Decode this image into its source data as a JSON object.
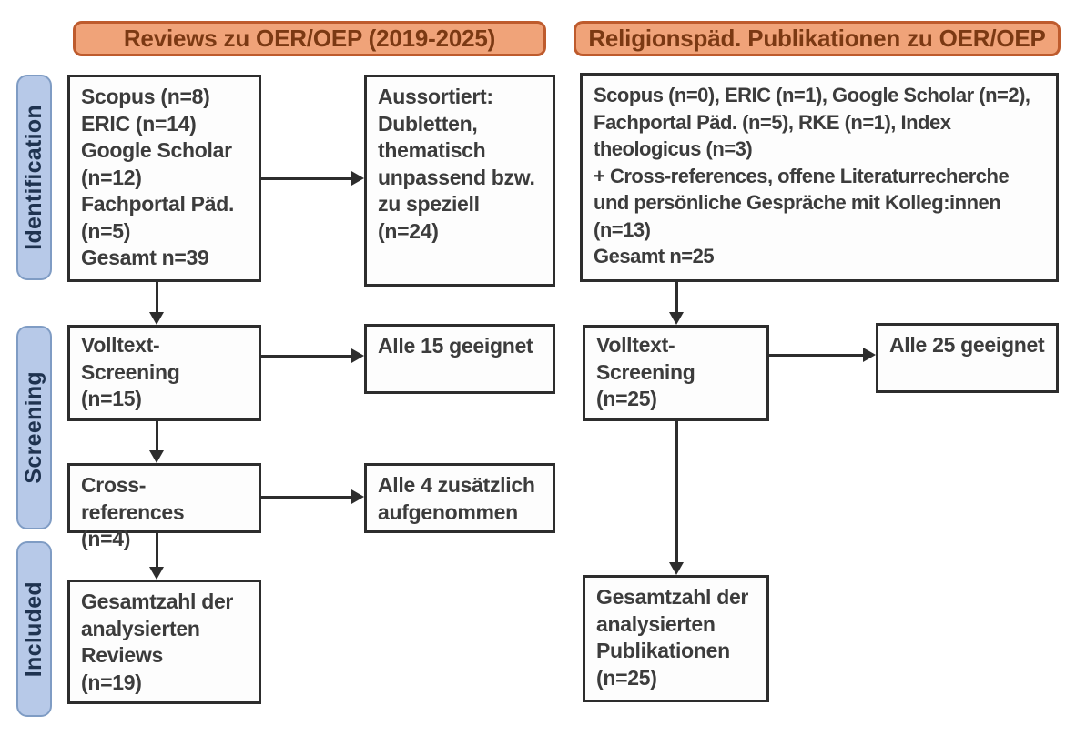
{
  "diagram": {
    "headers": {
      "reviews": "Reviews zu OER/OEP (2019-2025)",
      "relpaed": "Religionspäd. Publikationen zu OER/OEP"
    },
    "stages": {
      "identification": "Identification",
      "screening": "Screening",
      "included": "Included"
    },
    "reviews_flow": {
      "sources": "Scopus (n=8)\nERIC (n=14)\nGoogle Scholar\n(n=12)\nFachportal Päd.\n(n=5)\nGesamt n=39",
      "excluded": "Aussortiert:\nDubletten,\nthematisch\nunpassend bzw.\nzu speziell\n(n=24)",
      "fulltext_screening": "Volltext-\nScreening\n(n=15)",
      "fulltext_result": "Alle 15 geeignet",
      "cross_references": "Cross-references\n(n=4)",
      "cross_references_result": "Alle 4 zusätzlich\naufgenommen",
      "total": "Gesamtzahl der\nanalysierten\nReviews\n(n=19)"
    },
    "relpaed_flow": {
      "sources": "Scopus (n=0), ERIC (n=1), Google Scholar (n=2),\nFachportal Päd. (n=5), RKE (n=1), Index\ntheologicus (n=3)\n+ Cross-references, offene Literaturrecherche\nund persönliche Gespräche mit Kolleg:innen\n(n=13)\nGesamt n=25",
      "fulltext_screening": "Volltext-\nScreening\n(n=25)",
      "fulltext_result": "Alle 25 geeignet",
      "total": "Gesamtzahl der\nanalysierten\nPublikationen\n(n=25)"
    },
    "colors": {
      "header_fill": "#F0A379",
      "header_border": "#BE5B2D",
      "header_text": "#7B3913",
      "stage_fill": "#B7C9E8",
      "stage_border": "#7F9CC4",
      "stage_text": "#1F3350",
      "box_border": "#2D2D2D",
      "box_text": "#3C3C3C"
    }
  }
}
